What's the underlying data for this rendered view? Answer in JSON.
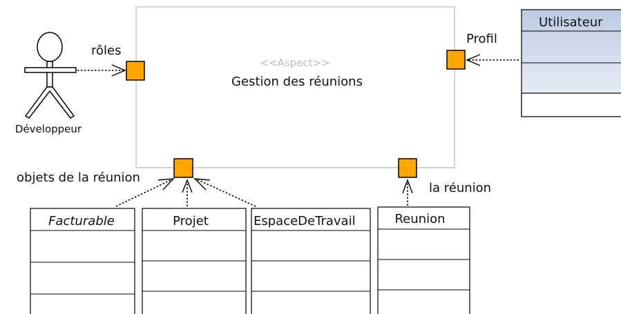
{
  "aspect": {
    "stereotype": "<<Aspect>>",
    "name": "Gestion des réunions"
  },
  "actor": {
    "name": "Développeur"
  },
  "ports": {
    "roles": "rôles",
    "profil": "Profil",
    "objets": "objets de la réunion",
    "reunion": "la réunion"
  },
  "classes": {
    "utilisateur": "Utilisateur",
    "facturable": "Facturable",
    "projet": "Projet",
    "espace": "EspaceDeTravail",
    "reunion": "Reunion"
  },
  "colors": {
    "port": "#ffa500",
    "class_header_gradient_top": "#c9d4e6",
    "class_header_gradient_bottom": "#eef2f8",
    "aspect_border": "#b9b9b9"
  },
  "icons": {
    "actor": "stick-figure-icon"
  }
}
